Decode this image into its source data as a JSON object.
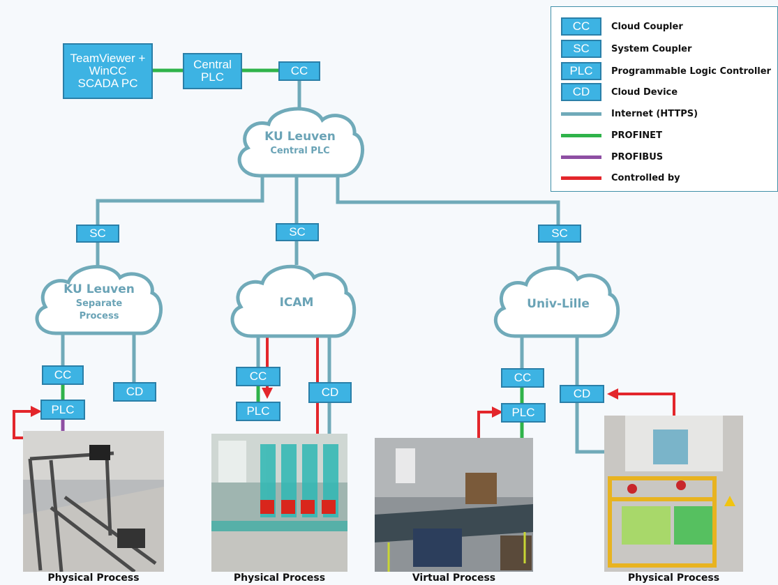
{
  "colors": {
    "box_fill": "#3db3e3",
    "internet": "#70aab9",
    "profinet": "#2fb34a",
    "profibus": "#8e4fa3",
    "controlled_by": "#e3262b"
  },
  "central": {
    "scada_pc": "TeamViewer + WinCC SCADA PC",
    "central_plc": "Central PLC",
    "cc": "CC",
    "cloud": {
      "line1": "KU Leuven",
      "line2": "Central PLC"
    }
  },
  "branches": [
    {
      "sc": "SC",
      "cloud": {
        "line1": "KU Leuven",
        "line2": "Separate",
        "line3": "Process"
      },
      "cc": "CC",
      "plc": "PLC",
      "cd": "CD",
      "caption": "Physical Process"
    },
    {
      "sc": "SC",
      "cloud": {
        "line1": "ICAM"
      },
      "cc": "CC",
      "plc": "PLC",
      "cd": "CD",
      "caption": "Physical Process"
    },
    {
      "sc": "SC",
      "cloud": {
        "line1": "Univ-Lille"
      },
      "cc": "CC",
      "plc": "PLC",
      "caption": "Virtual Process"
    },
    {
      "cd": "CD",
      "caption": "Physical Process"
    }
  ],
  "legend": [
    {
      "key": "CC",
      "label": "Cloud Coupler"
    },
    {
      "key": "SC",
      "label": "System Coupler"
    },
    {
      "key": "PLC",
      "label": "Programmable Logic Controller"
    },
    {
      "key": "CD",
      "label": "Cloud Device"
    },
    {
      "line": "internet",
      "label": "Internet (HTTPS)"
    },
    {
      "line": "profinet",
      "label": "PROFINET"
    },
    {
      "line": "profibus",
      "label": "PROFIBUS"
    },
    {
      "line": "controlled_by",
      "label": "Controlled by"
    }
  ]
}
